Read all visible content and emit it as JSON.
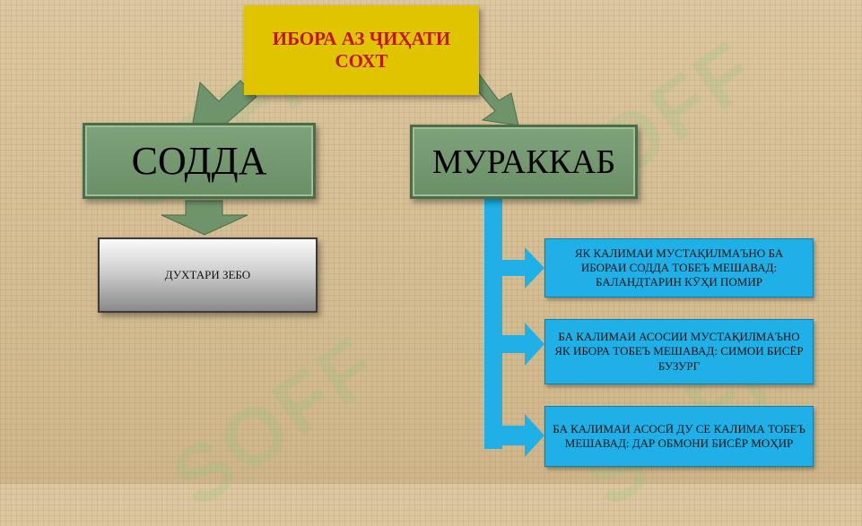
{
  "diagram": {
    "title": "ИБОРА АЗ ҶИҲАТИ СОХТ",
    "left_branch": {
      "label": "СОДДА",
      "example": "ДУХТАРИ ЗЕБО"
    },
    "right_branch": {
      "label": "МУРАККАБ",
      "items": [
        "ЯК КАЛИМАИ МУСТАҚИЛМАЪНО БА ИБОРАИ СОДДА ТОБЕЪ МЕШАВАД: БАЛАНДТАРИН КӮҲИ ПОМИР",
        "БА КАЛИМАИ АСОСИИ МУСТАҚИЛМАЪНО ЯК ИБОРА ТОБЕЪ МЕШАВАД: СИМОИ БИСЁР БУЗУРГ",
        "БА КАЛИМАИ АСОСӢ ДУ СЕ КАЛИМА ТОБЕЪ МЕШАВАД: ДАР ОБМОНИ БИСЁР МОҲИР"
      ]
    },
    "watermark": "SOFF"
  },
  "colors": {
    "background": "#d9c39a",
    "title_fill": "#e0c400",
    "title_text": "#c0151c",
    "green": "#6f946b",
    "blue": "#1eb0e6",
    "gray": "#b5b5b5"
  }
}
